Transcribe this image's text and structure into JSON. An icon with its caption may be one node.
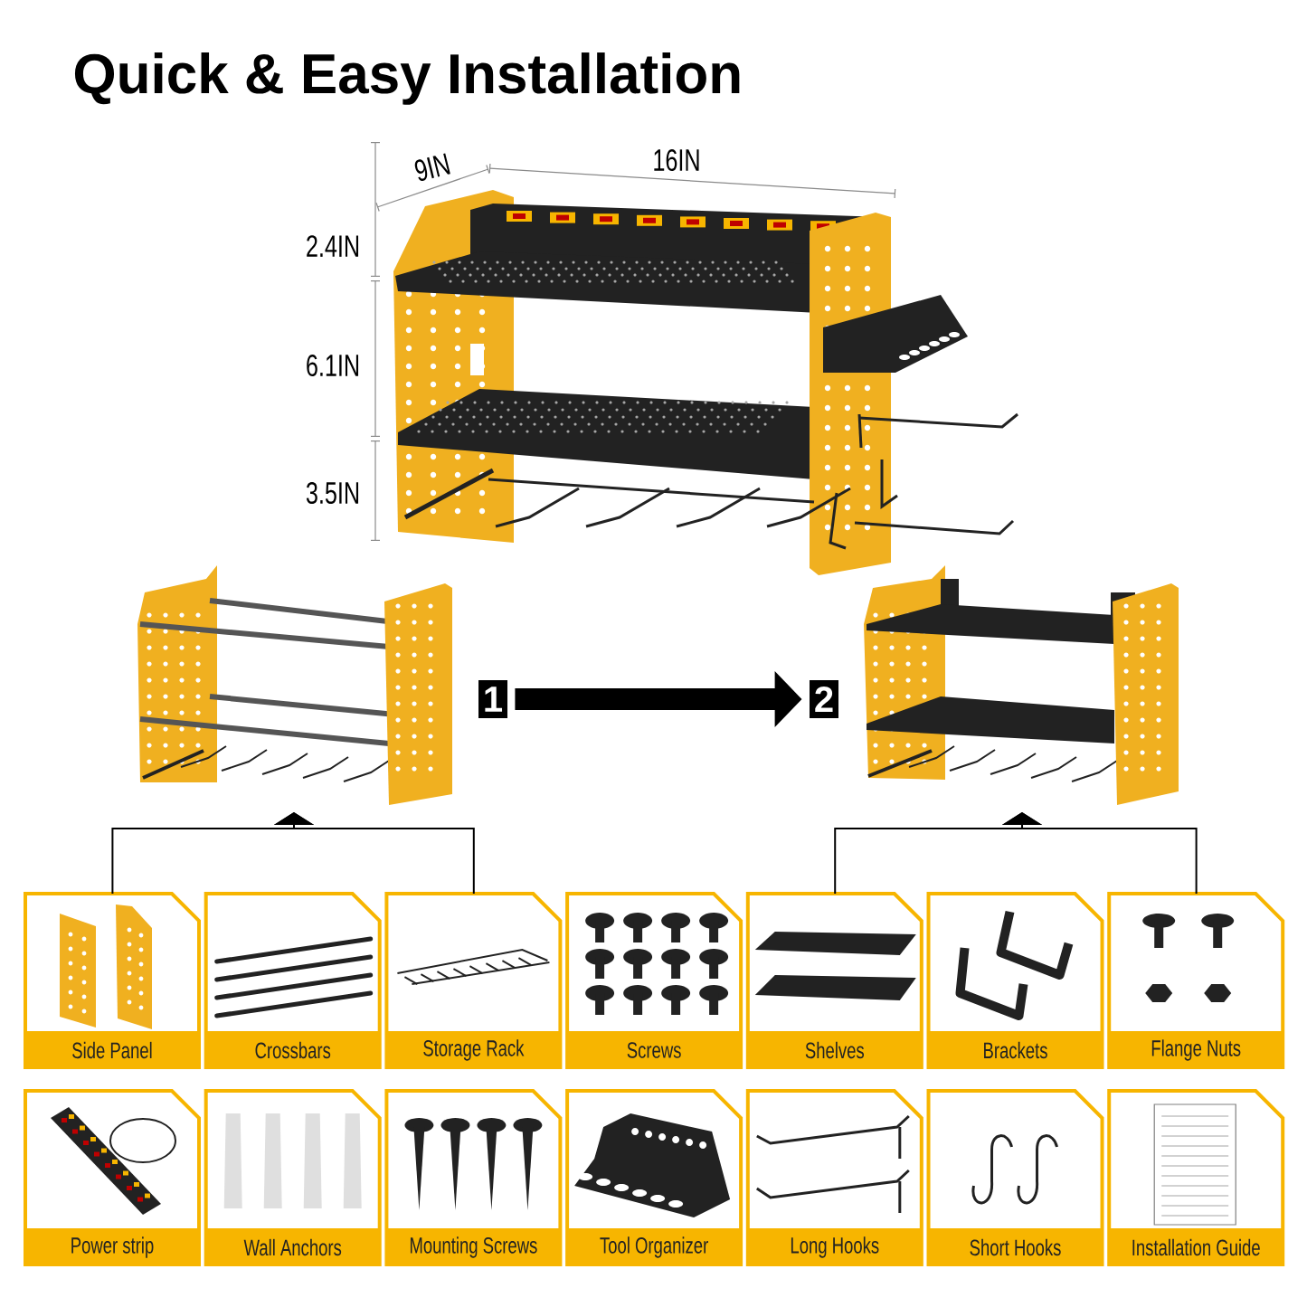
{
  "diagram": {
    "title": "Quick & Easy Installation",
    "nodes": [
      {
        "text": [
          "1"
        ]
      },
      {
        "text": [
          "2"
        ]
      },
      {
        "text": [
          "Side Panel"
        ]
      },
      {
        "text": [
          "Crossbars"
        ]
      },
      {
        "text": [
          "Storage Rack"
        ]
      },
      {
        "text": [
          "Screws"
        ]
      },
      {
        "text": [
          "Shelves"
        ]
      },
      {
        "text": [
          "Brackets"
        ]
      },
      {
        "text": [
          "Flange Nuts"
        ]
      },
      {
        "text": [
          "Power strip"
        ]
      },
      {
        "text": [
          "Wall Anchors"
        ]
      },
      {
        "text": [
          "Mounting Screws"
        ]
      },
      {
        "text": [
          "Tool Organizer"
        ]
      },
      {
        "text": [
          "Long Hooks"
        ]
      },
      {
        "text": [
          "Short Hooks"
        ]
      },
      {
        "text": [
          "Installation Guide"
        ]
      }
    ],
    "edges": [
      {
        "from": 2,
        "to": 0,
        "arrow": "to"
      },
      {
        "from": 4,
        "to": 0,
        "arrow": "to"
      },
      {
        "from": 0,
        "to": 1,
        "arrow": "to",
        "style": "thick"
      },
      {
        "from": 6,
        "to": 1,
        "arrow": "to"
      },
      {
        "from": 8,
        "to": 1,
        "arrow": "to"
      }
    ],
    "labels": [
      "9IN",
      "16IN",
      "2.4IN",
      "6.1IN",
      "3.5IN"
    ]
  }
}
